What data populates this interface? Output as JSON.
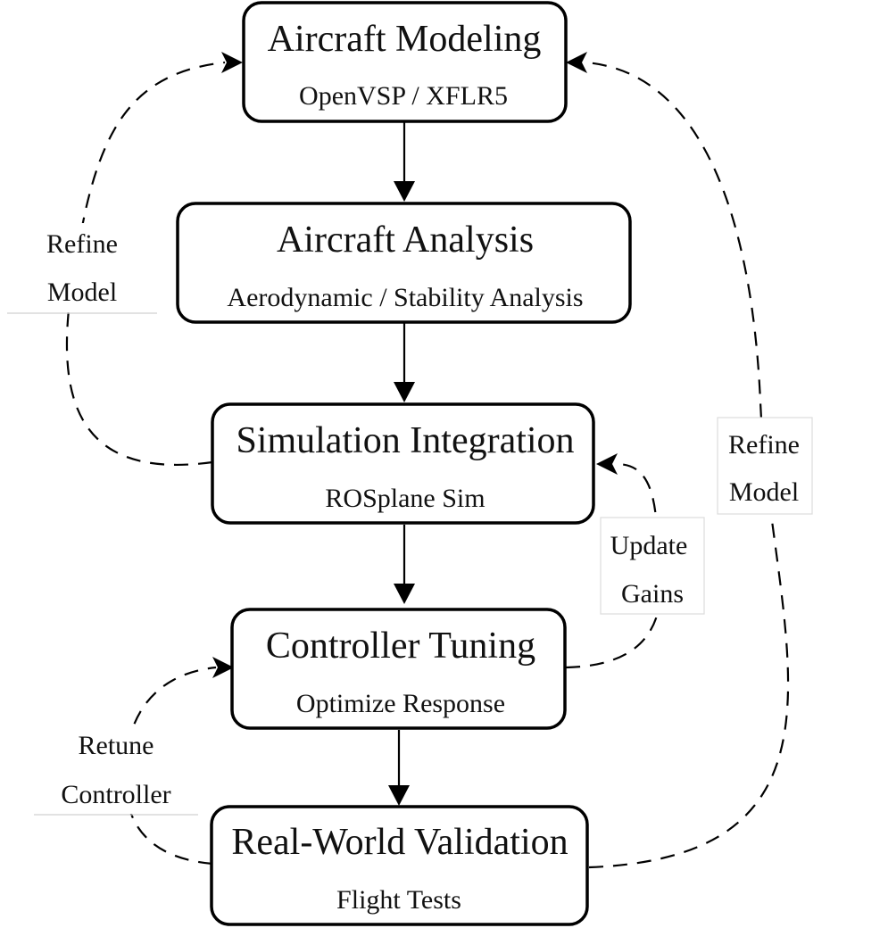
{
  "nodes": [
    {
      "title": "Aircraft Modeling",
      "subtitle": "OpenVSP / XFLR5"
    },
    {
      "title": "Aircraft Analysis",
      "subtitle": "Aerodynamic / Stability Analysis"
    },
    {
      "title": "Simulation Integration",
      "subtitle": "ROSplane Sim"
    },
    {
      "title": "Controller Tuning",
      "subtitle": "Optimize Response"
    },
    {
      "title": "Real-World Validation",
      "subtitle": "Flight Tests"
    }
  ],
  "feedback_edges": [
    {
      "line1": "Refine",
      "line2": "Model"
    },
    {
      "line1": "Refine",
      "line2": "Model"
    },
    {
      "line1": "Update",
      "line2": "Gains"
    },
    {
      "line1": "Retune",
      "line2": "Controller"
    }
  ]
}
